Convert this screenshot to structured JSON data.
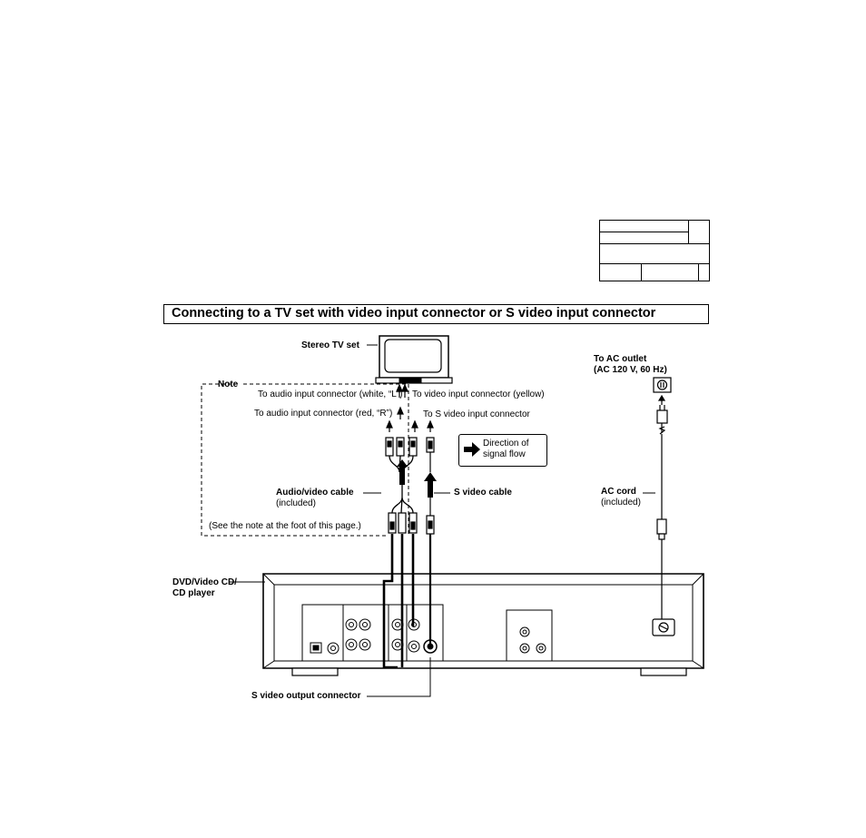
{
  "section_title": "Connecting to a TV set with video input connector or S video input connector",
  "labels": {
    "stereo_tv": "Stereo TV set",
    "note": "Note",
    "audio_white": "To audio input connector (white, “L”)",
    "video_yellow": "To video input connector (yellow)",
    "audio_red": "To audio input connector (red, “R”)",
    "s_video_in": "To S video input connector",
    "flow_line1": "Direction of",
    "flow_line2": "signal flow",
    "av_cable_line1": "Audio/video cable",
    "av_cable_line2": "(included)",
    "s_video_cable": "S video cable",
    "see_note": "(See the note at the foot of this page.)",
    "ac_outlet_line1": "To AC outlet",
    "ac_outlet_line2": "(AC 120 V, 60 Hz)",
    "ac_cord_line1": "AC cord",
    "ac_cord_line2": "(included)",
    "player_line1": "DVD/Video CD/",
    "player_line2": "CD player",
    "s_video_out": "S video output connector"
  }
}
